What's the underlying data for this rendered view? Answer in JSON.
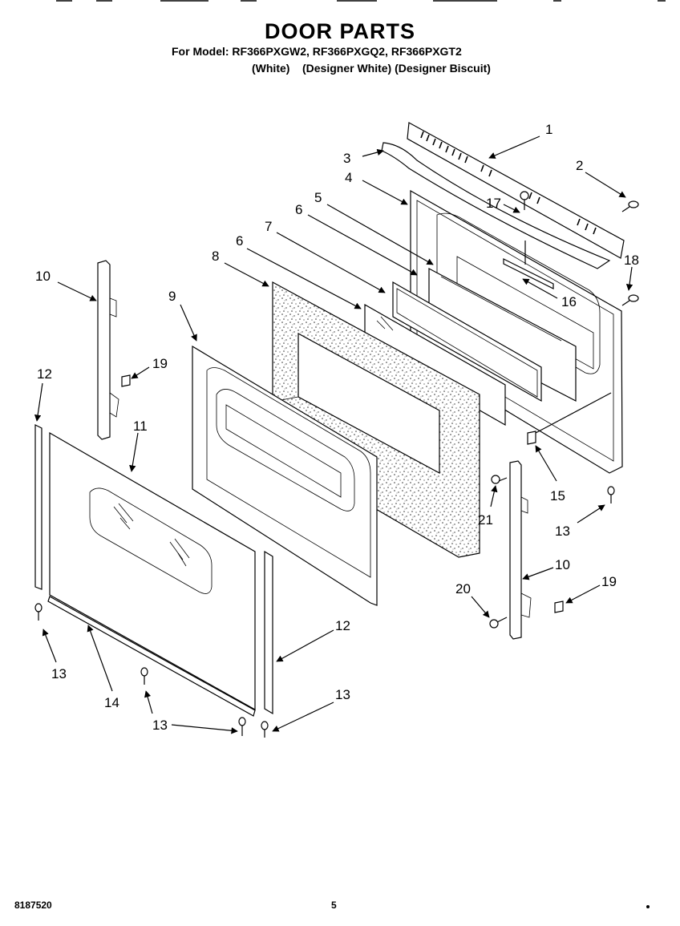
{
  "header": {
    "title": "DOOR PARTS",
    "models": "For Model: RF366PXGW2, RF366PXGQ2, RF366PXGT2",
    "finishes": "(White)    (Designer White) (Designer Biscuit)"
  },
  "footer": {
    "doc_number": "8187520",
    "page_number": "5"
  },
  "callouts": {
    "c1": "1",
    "c2": "2",
    "c3": "3",
    "c4": "4",
    "c5": "5",
    "c6a": "6",
    "c6b": "6",
    "c7": "7",
    "c8": "8",
    "c9": "9",
    "c10a": "10",
    "c10b": "10",
    "c11": "11",
    "c12a": "12",
    "c12b": "12",
    "c13a": "13",
    "c13b": "13",
    "c13c": "13",
    "c13d": "13",
    "c14": "14",
    "c15": "15",
    "c16": "16",
    "c17": "17",
    "c18": "18",
    "c19a": "19",
    "c19b": "19",
    "c20": "20",
    "c21": "21"
  }
}
